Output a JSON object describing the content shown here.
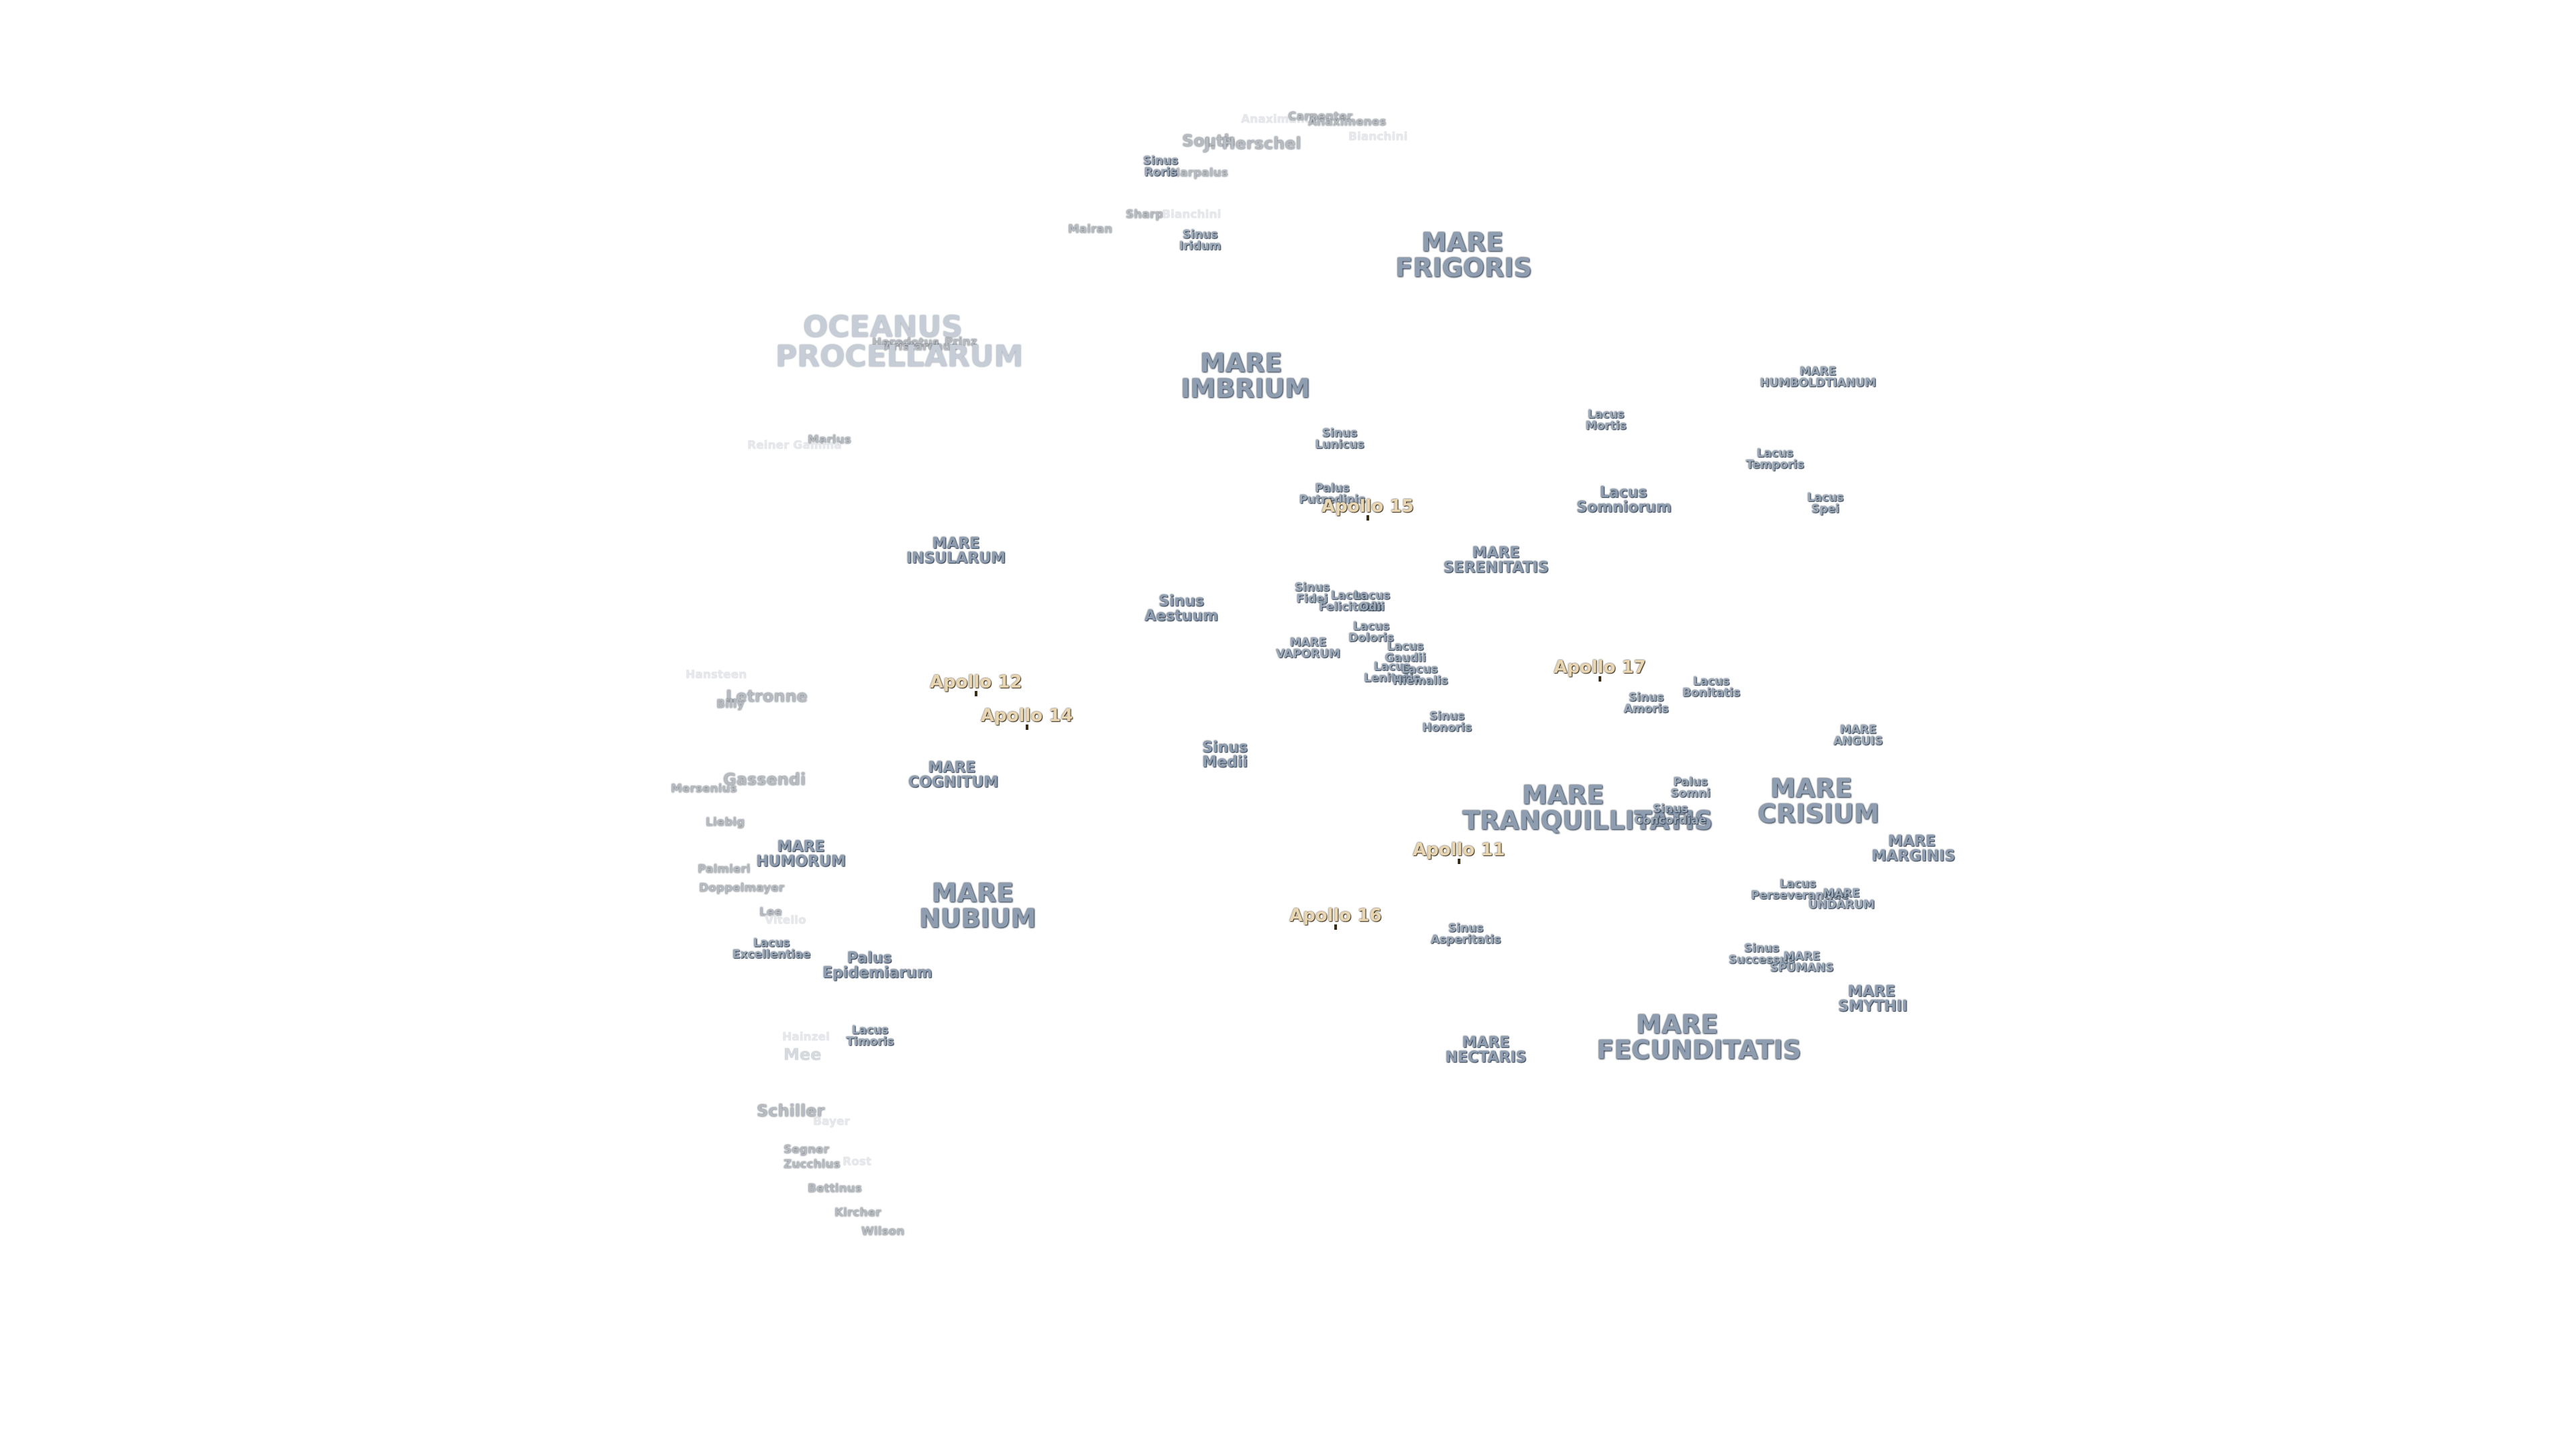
{
  "colors": {
    "background": "#ffffff",
    "mare_fill": "#8e9db0",
    "crater_fill": "#b7bcc2",
    "apollo_fill": "#e8d6b2"
  },
  "labels": {
    "oceanus_procellarum": [
      "OCEANUS",
      "PROCELLARUM"
    ],
    "mare_frigoris": [
      "MARE",
      "FRIGORIS"
    ],
    "mare_imbrium": [
      "MARE",
      "IMBRIUM"
    ],
    "mare_humboldtianum": [
      "MARE",
      "HUMBOLDTIANUM"
    ],
    "lacus_mortis": [
      "Lacus",
      "Mortis"
    ],
    "lacus_temporis": [
      "Lacus",
      "Temporis"
    ],
    "lacus_somniorum": [
      "Lacus",
      "Somniorum"
    ],
    "lacus_spei": [
      "Lacus",
      "Spei"
    ],
    "sinus_lunicus": [
      "Sinus",
      "Lunicus"
    ],
    "palus_putredinis": [
      "Palus",
      "Putredinis"
    ],
    "mare_serenitatis": [
      "MARE",
      "SERENITATIS"
    ],
    "mare_insularum": [
      "MARE",
      "INSULARUM"
    ],
    "sinus_aestuum": [
      "Sinus",
      "Aestuum"
    ],
    "sinus_fidei": [
      "Sinus",
      "Fidei"
    ],
    "lacus_felicitatis": [
      "Lacus",
      "Felicitatis"
    ],
    "lacus_odii": [
      "Lacus",
      "Odii"
    ],
    "lacus_doloris": [
      "Lacus",
      "Doloris"
    ],
    "mare_vaporum": [
      "MARE",
      "VAPORUM"
    ],
    "lacus_gaudii": [
      "Lacus",
      "Gaudii"
    ],
    "lacus_lenitatis": [
      "Lacus",
      "Lenitatis"
    ],
    "lacus_hiemalis": [
      "Lacus",
      "Hiemalis"
    ],
    "sinus_honoris": [
      "Sinus",
      "Honoris"
    ],
    "sinus_amoris": [
      "Sinus",
      "Amoris"
    ],
    "lacus_bonitatis": [
      "Lacus",
      "Bonitatis"
    ],
    "mare_anguis": [
      "MARE",
      "ANGUIS"
    ],
    "sinus_medii": [
      "Sinus",
      "Medii"
    ],
    "mare_cognitum": [
      "MARE",
      "COGNITUM"
    ],
    "mare_tranquillitatis": [
      "MARE",
      "TRANQUILLITATIS"
    ],
    "palus_somni": [
      "Palus",
      "Somni"
    ],
    "sinus_concordiae": [
      "Sinus",
      "Concordiae"
    ],
    "mare_crisium": [
      "MARE",
      "CRISIUM"
    ],
    "mare_marginis": [
      "MARE",
      "MARGINIS"
    ],
    "mare_humorum": [
      "MARE",
      "HUMORUM"
    ],
    "mare_nubium": [
      "MARE",
      "NUBIUM"
    ],
    "lacus_perseverantiae": [
      "Lacus",
      "Perseverantiae"
    ],
    "mare_undarum": [
      "MARE",
      "UNDARUM"
    ],
    "sinus_asperitatis": [
      "Sinus",
      "Asperitatis"
    ],
    "sinus_successus": [
      "Sinus",
      "Successus"
    ],
    "mare_spumans": [
      "MARE",
      "SPUMANS"
    ],
    "mare_smythii": [
      "MARE",
      "SMYTHII"
    ],
    "lacus_excellentiae": [
      "Lacus",
      "Excellentiae"
    ],
    "palus_epidemiarum": [
      "Palus",
      "Epidemiarum"
    ],
    "lacus_timoris": [
      "Lacus",
      "Timoris"
    ],
    "mare_fecunditatis": [
      "MARE",
      "FECUNDITATIS"
    ],
    "mare_nectaris": [
      "MARE",
      "NECTARIS"
    ],
    "sinus_roris": [
      "Sinus",
      "Roris"
    ],
    "sinus_iridum": [
      "Sinus",
      "Iridum"
    ]
  },
  "craters": {
    "anaximenes": "Anaximenes",
    "anaximander": "Anaximander",
    "carpenter": "Carpenter",
    "south": "South",
    "j_herschel": "J. Herschel",
    "harpalus": "Harpalus",
    "sharp": "Sharp",
    "bianchini": "Bianchini",
    "mairan": "Mairan",
    "herodotus": "Herodotus",
    "aristarchus": "Aristarchus",
    "prinz": "Prinz",
    "marius": "Marius",
    "reiner_gamma": "Reiner Gamma",
    "letronne": "Letronne",
    "billy": "Billy",
    "hansteen": "Hansteen",
    "gassendi": "Gassendi",
    "mersenius": "Mersenius",
    "liebig": "Liebig",
    "palmieri": "Palmieri",
    "doppelmayer": "Doppelmayer",
    "lee": "Lee",
    "vitello": "Vitello",
    "hainzel": "Hainzel",
    "mee": "Mee",
    "schiller": "Schiller",
    "bayer": "Bayer",
    "segner": "Segner",
    "zucchius": "Zucchius",
    "rost": "Rost",
    "bettinus": "Bettinus",
    "kircher": "Kircher",
    "wilson": "Wilson"
  },
  "apollo": {
    "a11": "Apollo 11",
    "a12": "Apollo 12",
    "a14": "Apollo 14",
    "a15": "Apollo 15",
    "a16": "Apollo 16",
    "a17": "Apollo 17"
  }
}
